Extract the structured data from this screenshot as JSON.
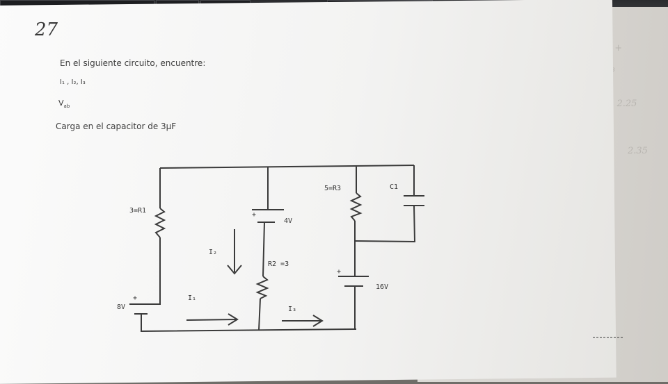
{
  "page_number": "27",
  "text": {
    "prompt": "En el siguiente circuito, encuentre:",
    "currents": "I₁ , I₂, I₃",
    "vab_main": "V",
    "vab_sub": "ab",
    "charge": "Carga en el capacitor de 3μF"
  },
  "circuit": {
    "r1_label": "3=R1",
    "r2_label": "R2 =3",
    "r3_label": "5=R3",
    "c1_label": "C1",
    "battery_left": "8V",
    "battery_mid": "4V",
    "battery_right": "16V",
    "i1": "I₁",
    "i2": "I₂",
    "i3": "I₃",
    "plus": "+"
  }
}
